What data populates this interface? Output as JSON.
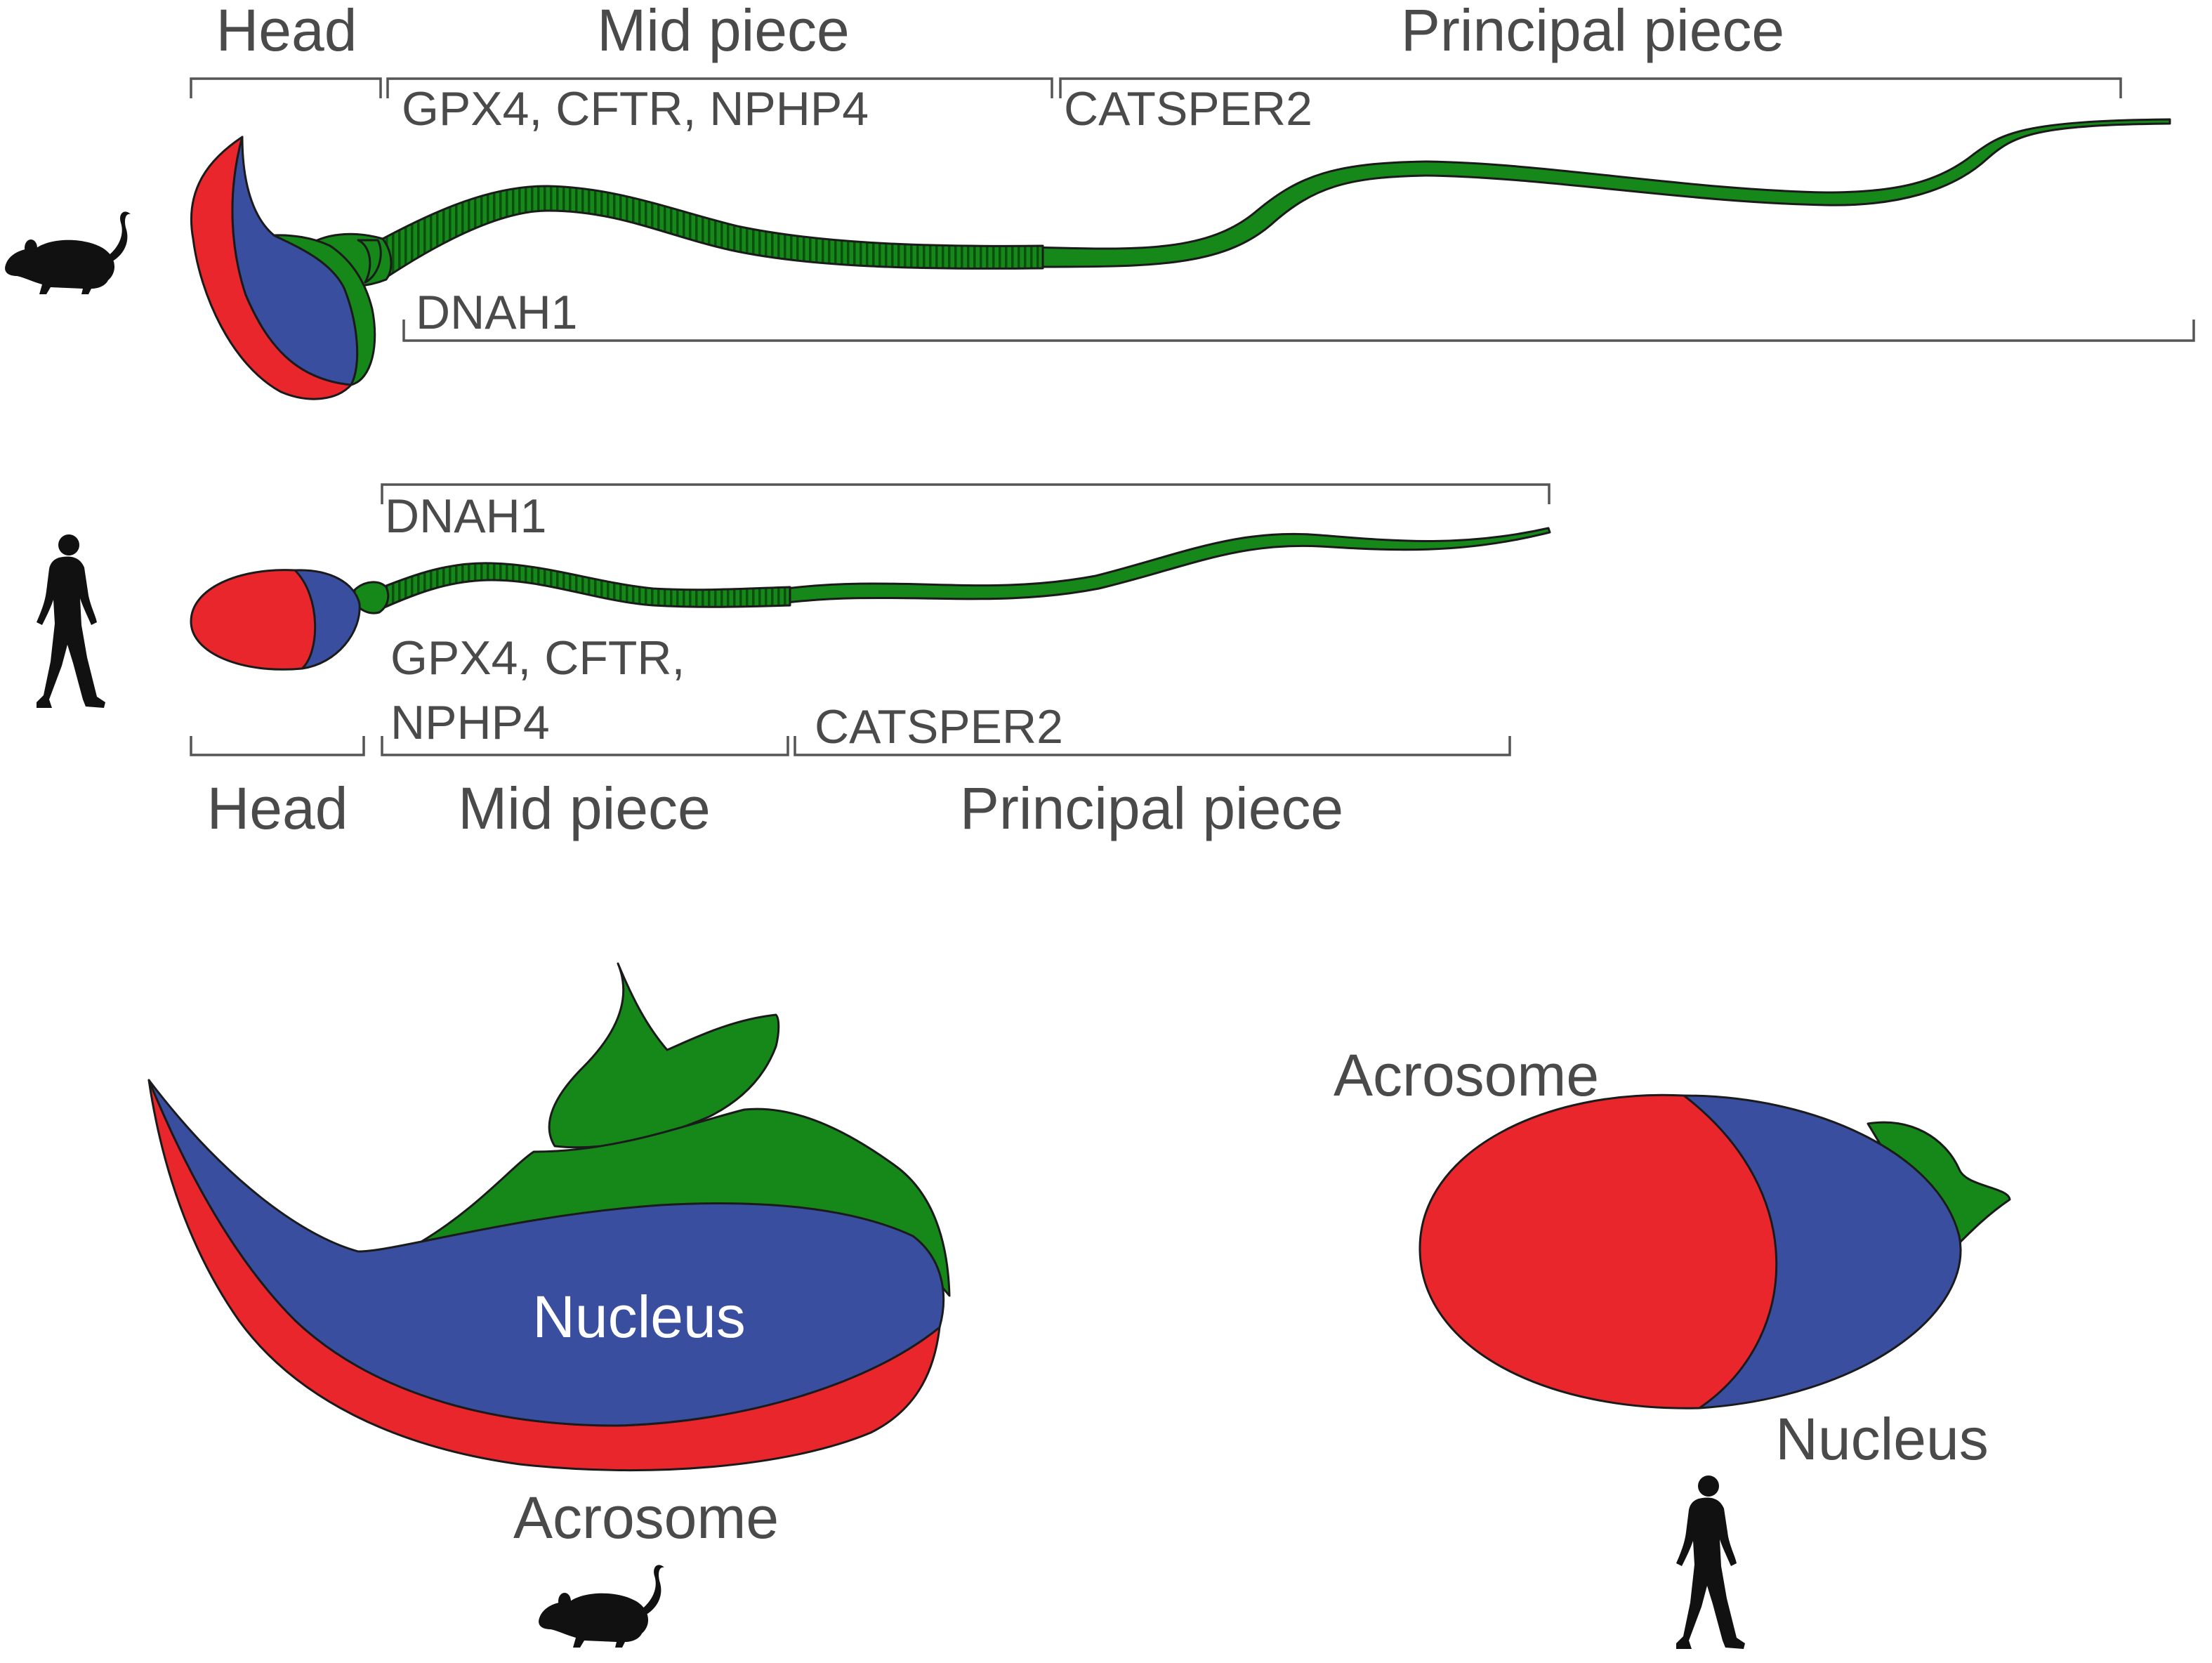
{
  "colors": {
    "acrosome": "#e8262c",
    "nucleus": "#3a4ea0",
    "flagellum": "#16881a",
    "midpiece_dark": "#0f6a14",
    "silhouette": "#111111",
    "label": "#4a4a4a"
  },
  "icons": [
    "mouse-silhouette-icon",
    "human-silhouette-icon"
  ],
  "mouse_sperm": {
    "regions": {
      "head": "Head",
      "mid_piece": "Mid piece",
      "principal_piece": "Principal piece"
    },
    "genes": {
      "mid_piece": "GPX4, CFTR, NPHP4",
      "principal_piece": "CATSPER2",
      "whole_flagellum": "DNAH1"
    }
  },
  "human_sperm": {
    "regions": {
      "head": "Head",
      "mid_piece": "Mid piece",
      "principal_piece": "Principal piece"
    },
    "genes": {
      "whole_flagellum": "DNAH1",
      "mid_piece_line1": "GPX4, CFTR,",
      "mid_piece_line2": "NPHP4",
      "principal_piece": "CATSPER2"
    }
  },
  "mouse_head_detail": {
    "nucleus": "Nucleus",
    "acrosome": "Acrosome"
  },
  "human_head_detail": {
    "acrosome": "Acrosome",
    "nucleus": "Nucleus"
  }
}
